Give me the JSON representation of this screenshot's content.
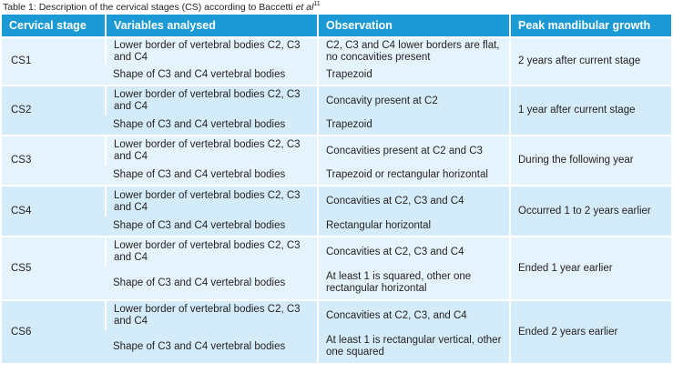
{
  "caption": {
    "text": "Table 1: Description of the cervical stages (CS) according to Baccetti ",
    "italic": "et al",
    "sup": "11"
  },
  "headers": [
    "Cervical stage",
    "Variables analysed",
    "Observation",
    "Peak mandibular growth"
  ],
  "rows": [
    {
      "stage": "CS1",
      "variables": [
        "Lower border of vertebral bodies C2, C3 and C4",
        "Shape of C3 and C4 vertebral bodies"
      ],
      "observations": [
        "C2, C3 and C4 lower borders are flat, no concavities present",
        "Trapezoid"
      ],
      "peak": "2 years after current stage"
    },
    {
      "stage": "CS2",
      "variables": [
        "Lower border of vertebral bodies C2, C3 and C4",
        "Shape of C3 and C4 vertebral bodies"
      ],
      "observations": [
        "Concavity present at C2",
        "Trapezoid"
      ],
      "peak": "1 year after current stage"
    },
    {
      "stage": "CS3",
      "variables": [
        "Lower border of vertebral bodies C2, C3 and C4",
        "Shape of C3 and C4 vertebral bodies"
      ],
      "observations": [
        "Concavities present at C2 and C3",
        "Trapezoid or rectangular horizontal"
      ],
      "peak": "During the following year"
    },
    {
      "stage": "CS4",
      "variables": [
        "Lower border of vertebral bodies C2, C3 and C4",
        "Shape of C3 and C4 vertebral bodies"
      ],
      "observations": [
        "Concavities at C2, C3 and C4",
        "Rectangular horizontal"
      ],
      "peak": "Occurred 1 to 2 years earlier"
    },
    {
      "stage": "CS5",
      "variables": [
        "Lower border of vertebral bodies C2, C3 and C4",
        "Shape of C3 and C4 vertebral bodies"
      ],
      "observations": [
        "Concavities at C2, C3 and C4",
        "At least 1 is squared, other one rectangular horizontal"
      ],
      "peak": "Ended 1 year earlier"
    },
    {
      "stage": "CS6",
      "variables": [
        "Lower border of vertebral bodies C2, C3 and C4",
        "Shape of C3 and C4 vertebral bodies"
      ],
      "observations": [
        "Concavities at C2, C3, and C4",
        "At least 1 is rectangular vertical, other one squared"
      ],
      "peak": "Ended 2 years earlier"
    }
  ],
  "colors": {
    "header_bg": "#1b9ad6",
    "row_light": "#e5f4fc",
    "row_dark": "#d4ecf9"
  }
}
